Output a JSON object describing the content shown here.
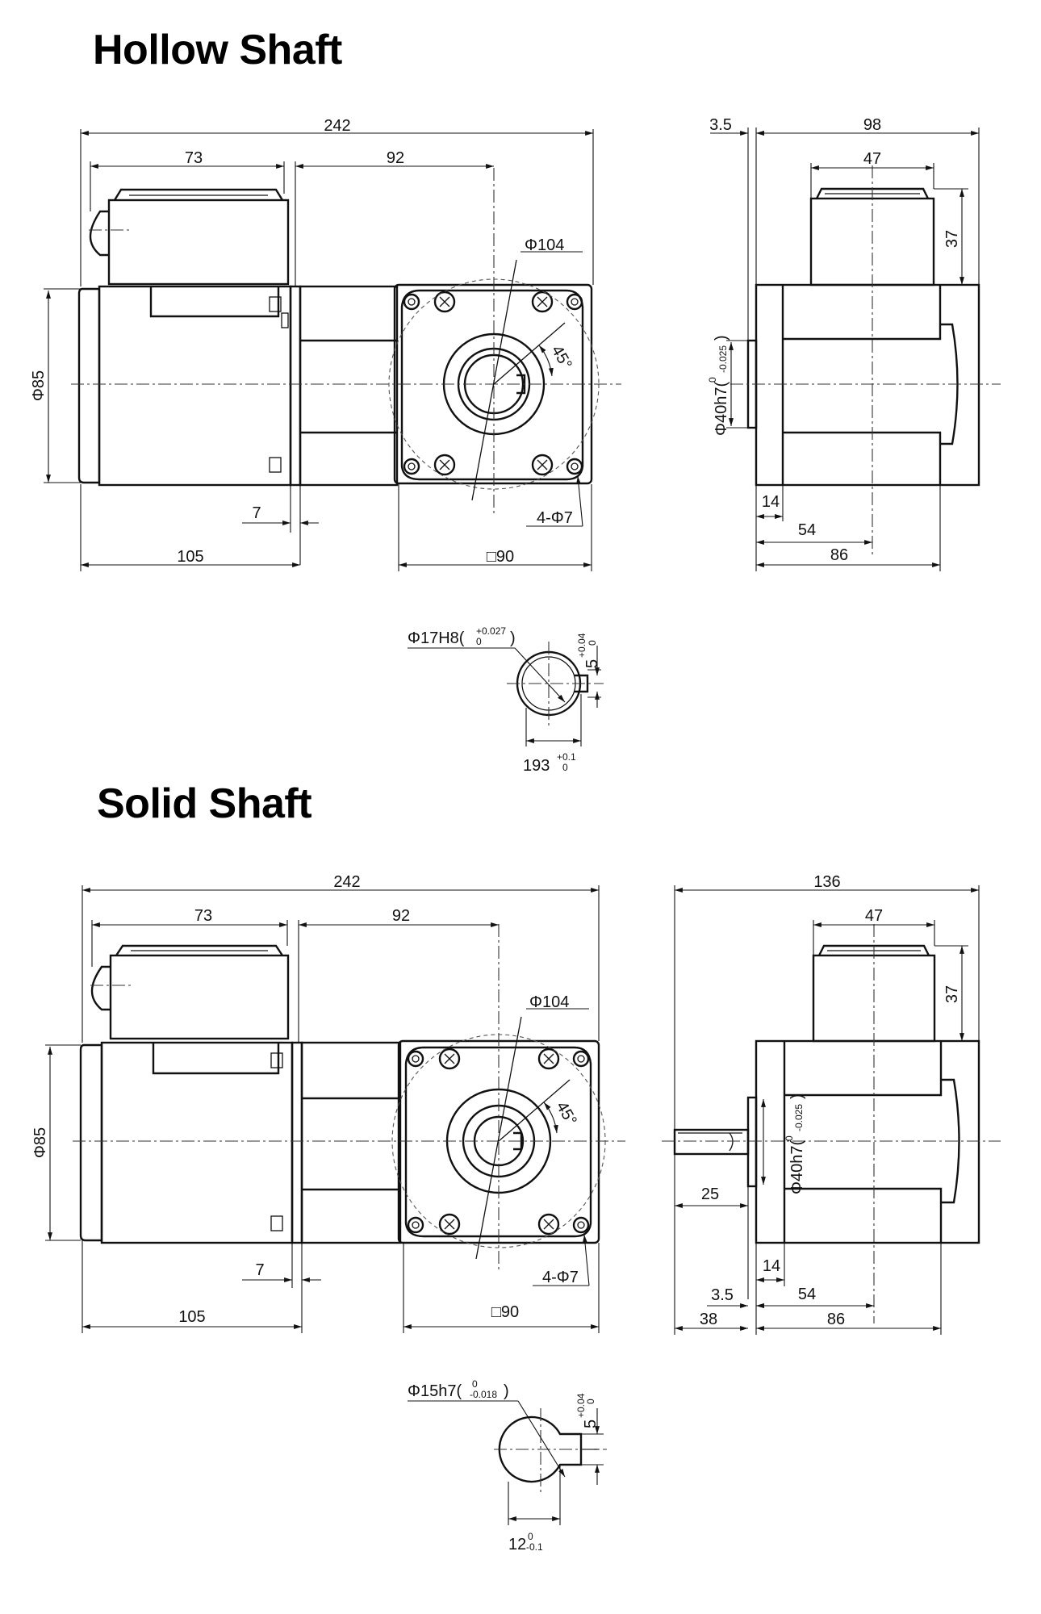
{
  "headings": {
    "hollow": "Hollow Shaft",
    "solid": "Solid Shaft"
  },
  "hollow": {
    "d_overall": "242",
    "d_terminal": "73",
    "d_gear_center": "92",
    "d_pcd": "Φ104",
    "d_angle": "45°",
    "d_motor_dia": "Φ85",
    "d_flange": "7",
    "d_holes": "4-Φ7",
    "d_motor_len": "105",
    "d_square": "□90",
    "side_d_offset": "3.5",
    "side_d_width": "98",
    "side_d_box": "47",
    "side_d_box_h": "37",
    "side_d_boss": "Φ40h7(",
    "side_d_boss_tol_up": "0",
    "side_d_boss_tol_lo": "-0.025",
    "side_d_boss_close": ")",
    "side_d_14": "14",
    "side_d_54": "54",
    "side_d_86": "86",
    "bore_label": "Φ17H8(",
    "bore_tol_up": "+0.027",
    "bore_tol_lo": "0",
    "bore_close": ")",
    "key_label": "5",
    "key_tol_up": "+0.04",
    "key_tol_lo": "0",
    "bore_depth": "193",
    "bore_depth_tol_up": "+0.1",
    "bore_depth_tol_lo": "0"
  },
  "solid": {
    "d_overall": "242",
    "d_terminal": "73",
    "d_gear_center": "92",
    "d_pcd": "Φ104",
    "d_angle": "45°",
    "d_motor_dia": "Φ85",
    "d_flange": "7",
    "d_holes": "4-Φ7",
    "d_motor_len": "105",
    "d_square": "□90",
    "side_d_width": "136",
    "side_d_box": "47",
    "side_d_box_h": "37",
    "side_d_boss": "Φ40h7(",
    "side_d_boss_tol_up": "0",
    "side_d_boss_tol_lo": "-0.025",
    "side_d_boss_close": ")",
    "side_d_25": "25",
    "side_d_14": "14",
    "side_d_35": "3.5",
    "side_d_54": "54",
    "side_d_38": "38",
    "side_d_86": "86",
    "shaft_label": "Φ15h7(",
    "shaft_tol_up": "0",
    "shaft_tol_lo": "-0.018",
    "shaft_close": ")",
    "key_label": "5",
    "key_tol_up": "+0.04",
    "key_tol_lo": "0",
    "flat_label": "12",
    "flat_tol_up": "0",
    "flat_tol_lo": "-0.1"
  }
}
